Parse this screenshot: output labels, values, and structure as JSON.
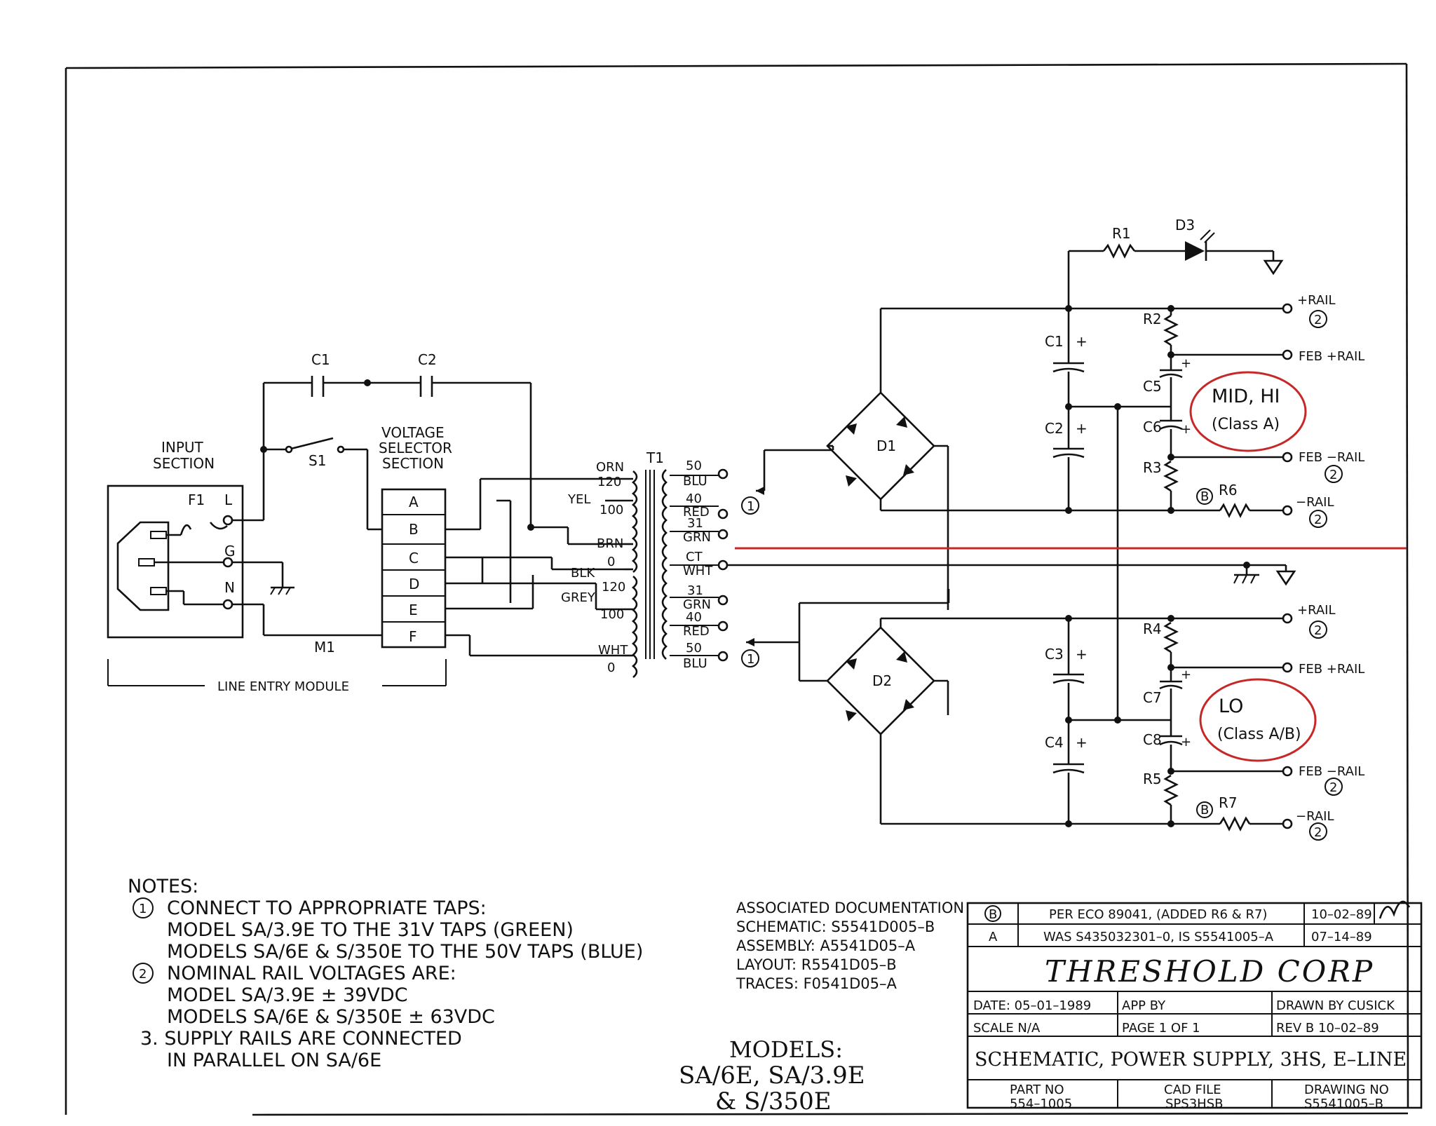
{
  "components": {
    "fuse": "F1",
    "switch": "S1",
    "transformer": "T1",
    "module": "M1",
    "cap_input_1": "C1",
    "cap_input_2": "C2",
    "bridge_top": "D1",
    "bridge_bottom": "D2",
    "led": "D3",
    "res_led": "R1",
    "caps_top": [
      "C1",
      "C2",
      "C5",
      "C6"
    ],
    "caps_bottom": [
      "C3",
      "C4",
      "C7",
      "C8"
    ],
    "res_top": [
      "R2",
      "R3",
      "R6"
    ],
    "res_bottom": [
      "R4",
      "R5",
      "R7"
    ]
  },
  "plus": "+",
  "line_entry": {
    "input_title_1": "INPUT",
    "input_title_2": "SECTION",
    "L": "L",
    "G": "G",
    "N": "N",
    "module_label": "LINE ENTRY MODULE"
  },
  "voltage_selector": {
    "title": [
      "VOLTAGE",
      "SELECTOR",
      "SECTION"
    ],
    "taps": [
      "A",
      "B",
      "C",
      "D",
      "E",
      "F"
    ]
  },
  "primary": {
    "orn": "ORN",
    "t120a": "120",
    "yel": "YEL",
    "t100a": "100",
    "brn": "BRN",
    "z1": "0",
    "blk": "BLK",
    "t120b": "120",
    "grey": "GREY",
    "t100b": "100",
    "wht": "WHT",
    "z2": "0"
  },
  "secondary": {
    "s50a": "50",
    "blu_a": "BLU",
    "s40a": "40",
    "red_a": "RED",
    "s31a": "31",
    "grn_a": "GRN",
    "ct": "CT",
    "wht": "WHT",
    "s31b": "31",
    "grn_b": "GRN",
    "s40b": "40",
    "red_b": "RED",
    "s50b": "50",
    "blu_b": "BLU"
  },
  "markers": {
    "b": "B",
    "one": "1",
    "two": "2"
  },
  "rails": {
    "plus_rail": "+RAIL",
    "feb_plus": "FEB  +RAIL",
    "feb_minus": "FEB  −RAIL",
    "minus_rail": "−RAIL"
  },
  "annotations": {
    "top_title": "MID, HI",
    "top_sub": "(Class A)",
    "bottom_title": "LO",
    "bottom_sub": "(Class A/B)",
    "circle_color": "#c62828",
    "divider_color": "#c62828"
  },
  "notes": {
    "heading": "NOTES:",
    "n1_num": "1",
    "n1": "CONNECT TO APPROPRIATE TAPS:",
    "n1a": "MODEL SA/3.9E TO THE 31V TAPS (GREEN)",
    "n1b": "MODELS SA/6E & S/350E TO THE 50V TAPS (BLUE)",
    "n2_num": "2",
    "n2": "NOMINAL RAIL VOLTAGES ARE:",
    "n2a": "MODEL SA/3.9E ± 39VDC",
    "n2b": "MODELS SA/6E & S/350E ± 63VDC",
    "n3": "3. SUPPLY RAILS ARE CONNECTED",
    "n3a": "IN PARALLEL ON SA/6E"
  },
  "docs": {
    "title": "ASSOCIATED DOCUMENTATION",
    "schematic": "SCHEMATIC:  S5541D005–B",
    "assembly": "ASSEMBLY:  A5541D05–A",
    "layout": "LAYOUT:  R5541D05–B",
    "traces": "TRACES:  F0541D05–A"
  },
  "models": {
    "label": "MODELS:",
    "line1": "SA/6E, SA/3.9E",
    "line2": "& S/350E"
  },
  "title_block": {
    "rev_b": "B",
    "rev_b_desc": "PER ECO 89041, (ADDED R6 & R7)",
    "rev_b_date": "10–02–89",
    "rev_a": "A",
    "rev_a_desc": "WAS S435032301–0, IS S5541005–A",
    "rev_a_date": "07–14–89",
    "company": "THRESHOLD CORP",
    "date": "DATE: 05–01–1989",
    "app_by": "APP BY",
    "drawn_by": "DRAWN BY CUSICK",
    "scale": "SCALE      N/A",
    "page": "PAGE     1 OF 1",
    "rev": "REV   B  10–02–89",
    "title": "SCHEMATIC, POWER SUPPLY, 3HS, E–LINE",
    "part_label": "PART NO",
    "part_no": "554–1005",
    "cad_label": "CAD FILE",
    "cad_file": "SPS3HSB",
    "drawing_label": "DRAWING NO",
    "drawing_no": "S5541005–B"
  }
}
